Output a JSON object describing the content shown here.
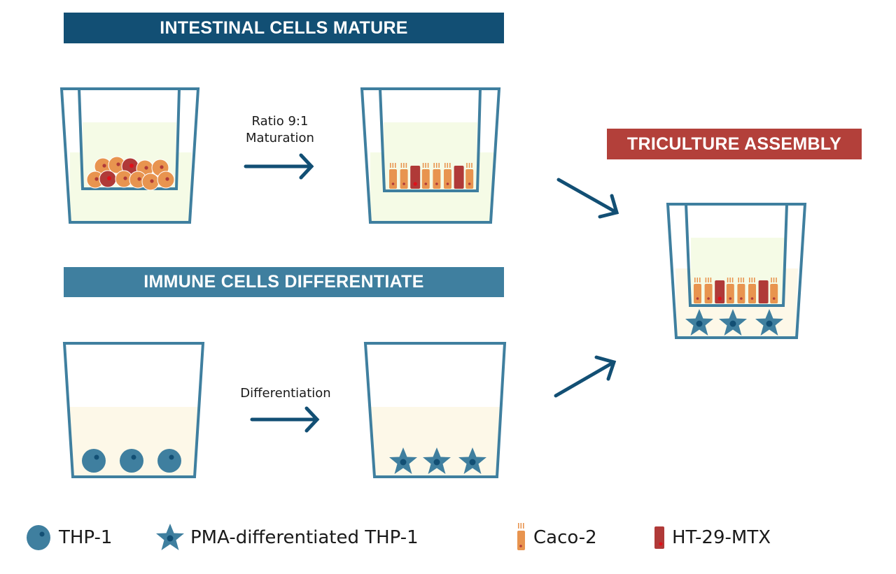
{
  "banners": {
    "intestinal": "INTESTINAL CELLS MATURE",
    "immune": "IMMUNE CELLS DIFFERENTIATE",
    "triculture": "TRICULTURE ASSEMBLY"
  },
  "steps": {
    "maturation_line1": "Ratio 9:1",
    "maturation_line2": "Maturation",
    "differentiation": "Differentiation"
  },
  "legend": [
    {
      "icon": "thp1-cell-icon",
      "label": "THP-1"
    },
    {
      "icon": "star-cell-icon",
      "label": "PMA-differentiated THP-1"
    },
    {
      "icon": "caco2-cell-icon",
      "label": "Caco-2"
    },
    {
      "icon": "ht29-cell-icon",
      "label": "HT-29-MTX"
    }
  ],
  "colors": {
    "dark_blue": "#124f74",
    "mid_blue": "#3f7f9f",
    "red_banner": "#b3403a",
    "caco2_orange": "#e8944f",
    "ht29_red": "#b03a38",
    "insert_medium": "#f5fbe6",
    "well_medium": "#fdf8e8"
  },
  "cell_sequences": {
    "monolayer": [
      "caco2",
      "caco2",
      "ht29",
      "caco2",
      "caco2",
      "caco2",
      "ht29",
      "caco2"
    ]
  }
}
